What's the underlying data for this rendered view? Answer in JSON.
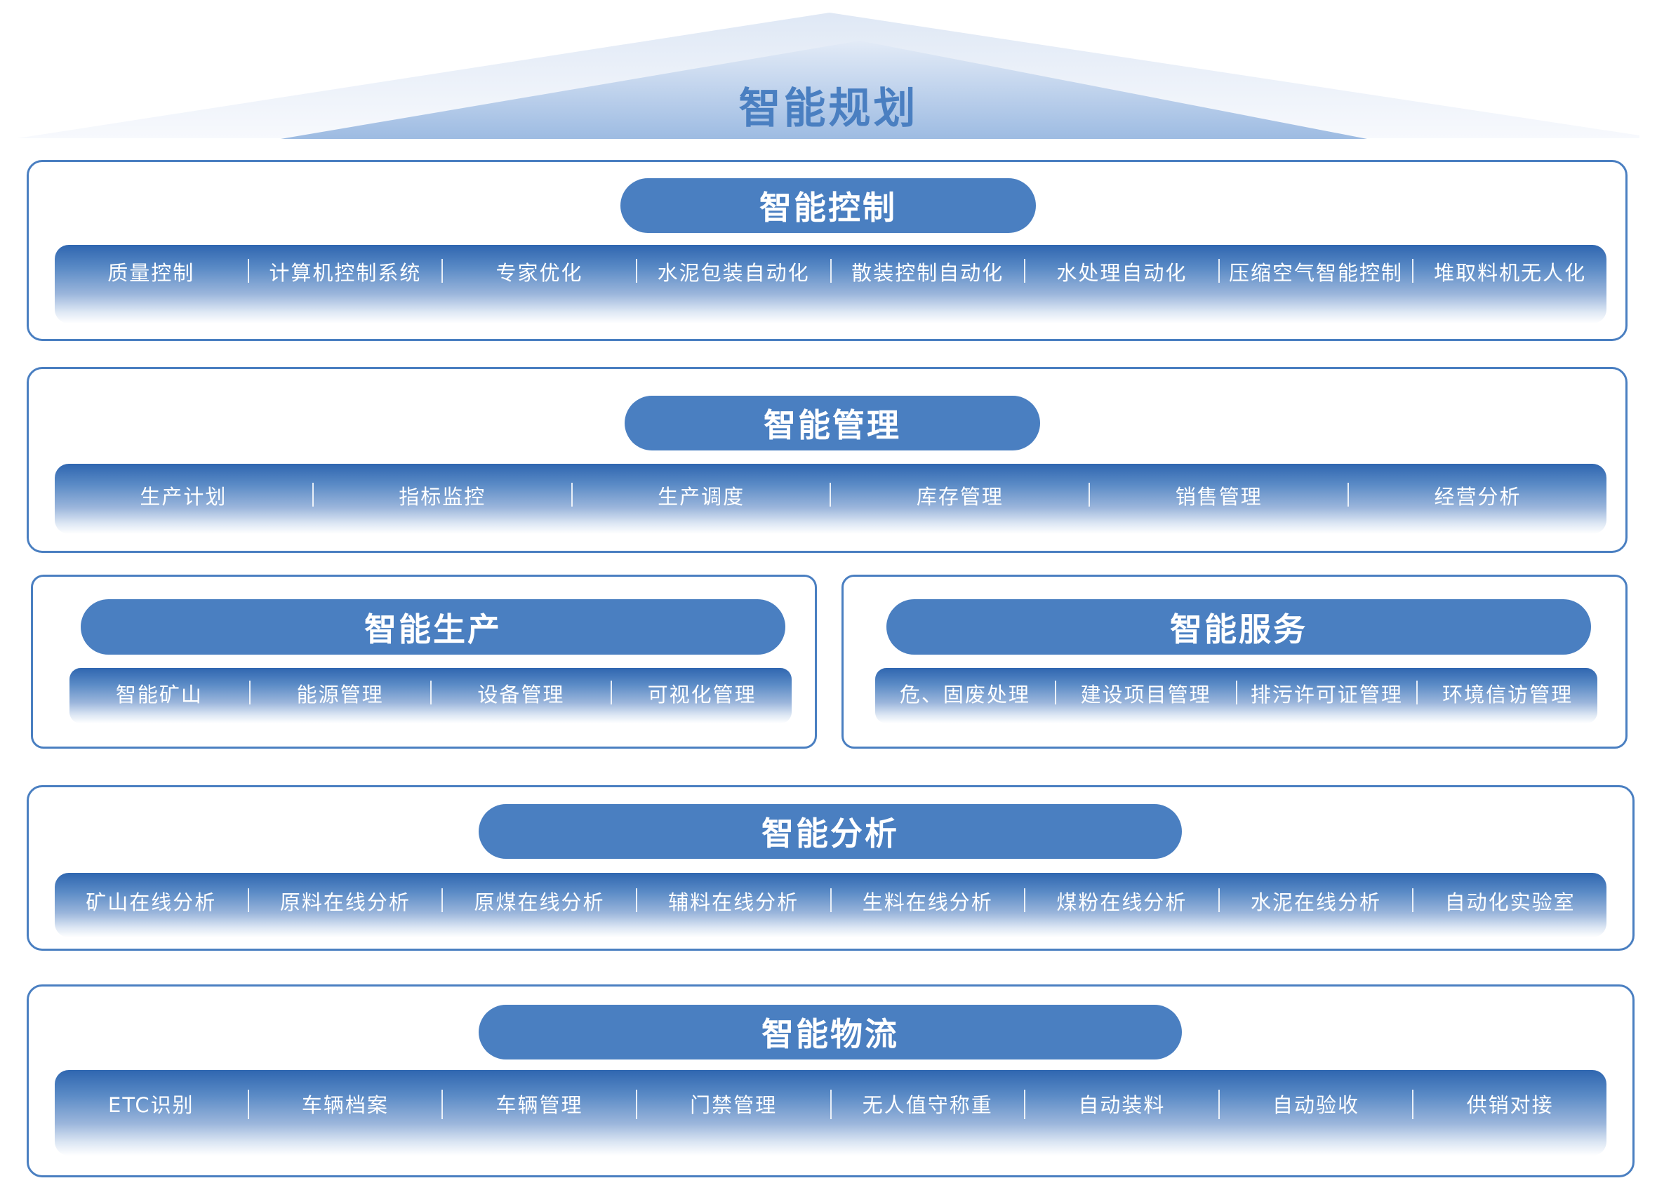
{
  "roof": {
    "title": "智能规划",
    "colors": {
      "outer": "#e4ecf7",
      "inner_top": "#d6e2f3",
      "inner_bottom": "#9fbde3"
    }
  },
  "colors": {
    "accent": "#4a7fc1",
    "border": "#4a7fc1",
    "strip_top": "#2f66b0",
    "strip_bottom": "#ffffff",
    "text_on_accent": "#ffffff"
  },
  "sections": {
    "control": {
      "title": "智能控制",
      "items": [
        "质量控制",
        "计算机控制系统",
        "专家优化",
        "水泥包装自动化",
        "散装控制自动化",
        "水处理自动化",
        "压缩空气智能控制",
        "堆取料机无人化"
      ]
    },
    "management": {
      "title": "智能管理",
      "items": [
        "生产计划",
        "指标监控",
        "生产调度",
        "库存管理",
        "销售管理",
        "经营分析"
      ]
    },
    "production": {
      "title": "智能生产",
      "items": [
        "智能矿山",
        "能源管理",
        "设备管理",
        "可视化管理"
      ]
    },
    "service": {
      "title": "智能服务",
      "items": [
        "危、固废处理",
        "建设项目管理",
        "排污许可证管理",
        "环境信访管理"
      ]
    },
    "analysis": {
      "title": "智能分析",
      "items": [
        "矿山在线分析",
        "原料在线分析",
        "原煤在线分析",
        "辅料在线分析",
        "生料在线分析",
        "煤粉在线分析",
        "水泥在线分析",
        "自动化实验室"
      ]
    },
    "logistics": {
      "title": "智能物流",
      "items": [
        "ETC识别",
        "车辆档案",
        "车辆管理",
        "门禁管理",
        "无人值守称重",
        "自动装料",
        "自动验收",
        "供销对接"
      ]
    }
  }
}
